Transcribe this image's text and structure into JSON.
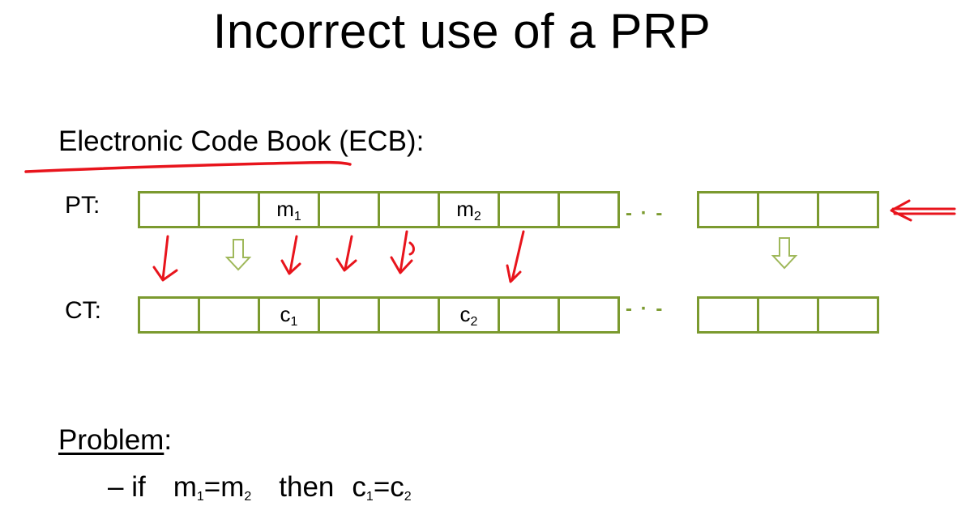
{
  "slide": {
    "title": "Incorrect use of a PRP",
    "subtitle": "Electronic Code Book (ECB):",
    "pt_label": "PT:",
    "ct_label": "CT:",
    "m1": "m",
    "m1_sub": "1",
    "m2": "m",
    "m2_sub": "2",
    "c1": "c",
    "c1_sub": "1",
    "c2": "c",
    "c2_sub": "2",
    "dots": "- · -",
    "problem_heading": "Problem",
    "problem_colon": ":",
    "bullet_dash": "–",
    "bullet_if": "if",
    "bullet_then": "then",
    "eq_m_a": "m",
    "eq_m_a_sub": "1",
    "eq_m_b": "=m",
    "eq_m_b_sub": "2",
    "eq_c_a": "c",
    "eq_c_a_sub": "1",
    "eq_c_b": "=c",
    "eq_c_b_sub": "2"
  },
  "colors": {
    "block_border": "#7b9a2f",
    "ink_red": "#e8141c",
    "hollow_arrow": "#9fb85a"
  }
}
